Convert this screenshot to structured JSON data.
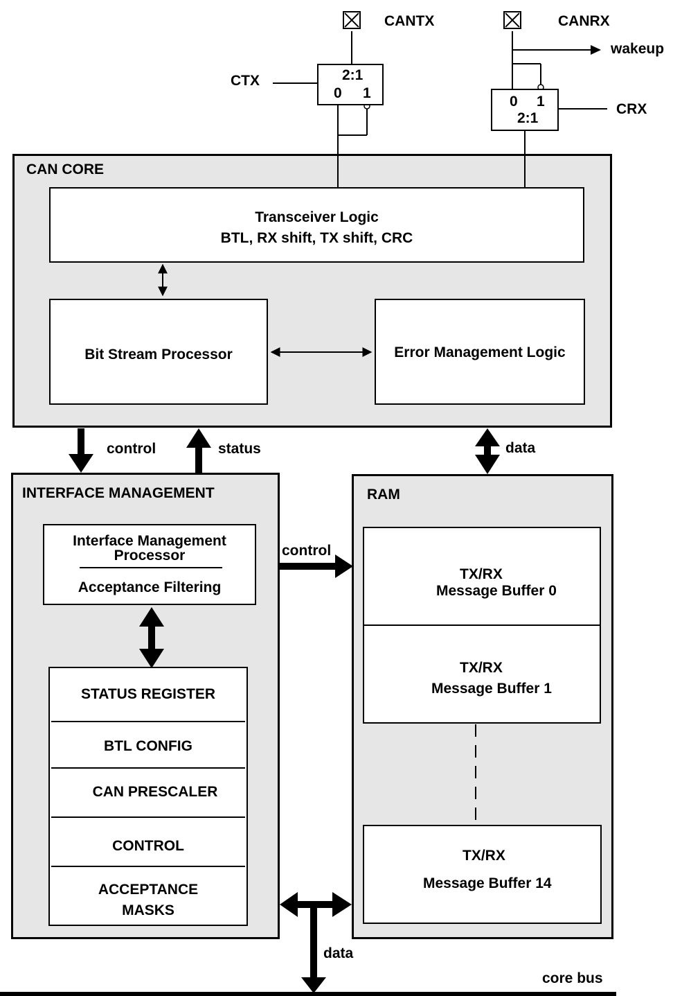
{
  "pins": {
    "cantx": "CANTX",
    "canrx": "CANRX",
    "ctx": "CTX",
    "crx": "CRX",
    "wakeup": "wakeup"
  },
  "mux_tx": {
    "ratio": "2:1",
    "in0": "0",
    "in1": "1"
  },
  "mux_rx": {
    "ratio": "2:1",
    "in0": "0",
    "in1": "1"
  },
  "can_core": {
    "title": "CAN CORE",
    "transceiver": {
      "line1": "Transceiver Logic",
      "line2": "BTL, RX shift, TX shift, CRC"
    },
    "bitstream": "Bit Stream Processor",
    "error_mgmt": "Error Management Logic"
  },
  "links": {
    "control_down": "control",
    "status_up": "status",
    "data_ram": "data",
    "control_ram": "control",
    "data_bus": "data",
    "core_bus": "core bus"
  },
  "interface_mgmt": {
    "title": "INTERFACE MANAGEMENT",
    "processor_line1": "Interface Management",
    "processor_line2": "Processor",
    "acceptance": "Acceptance Filtering",
    "registers": [
      "STATUS REGISTER",
      "BTL CONFIG",
      "CAN PRESCALER",
      "CONTROL",
      "ACCEPTANCE",
      "MASKS"
    ]
  },
  "ram": {
    "title": "RAM",
    "buffers": [
      {
        "line1": "TX/RX",
        "line2": "Message Buffer 0"
      },
      {
        "line1": "TX/RX",
        "line2": "Message Buffer 1"
      },
      {
        "line1": "TX/RX",
        "line2": "Message Buffer 14"
      }
    ]
  }
}
